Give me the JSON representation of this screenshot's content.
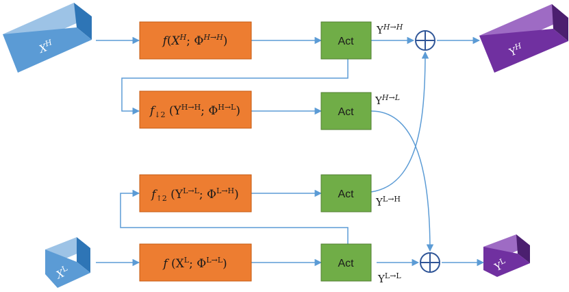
{
  "colors": {
    "orange_box": "#ed7d31",
    "orange_box_border": "#c55a11",
    "green_box": "#70ad47",
    "green_box_border": "#507e32",
    "arrow": "#5b9bd5",
    "blue_cube_front": "#5b9bd5",
    "blue_cube_top": "#9dc3e6",
    "blue_cube_side": "#2e75b6",
    "purple_cube_front": "#7030a0",
    "purple_cube_top": "#9e6bc4",
    "purple_cube_side": "#4b1f6f",
    "sum_node": "#2f5597"
  },
  "inputs": {
    "xh": {
      "base": "X",
      "sup": "H"
    },
    "xl": {
      "base": "X",
      "sup": "L"
    }
  },
  "outputs": {
    "yh": {
      "base": "Y",
      "sup": "H"
    },
    "yl": {
      "base": "Y",
      "sup": "L"
    }
  },
  "functions": {
    "f_hh": {
      "func": "f",
      "sub": "",
      "arg1_base": "X",
      "arg1_sup": "H",
      "arg2_base": "Φ",
      "arg2_sup": "H→H"
    },
    "f_down": {
      "func": "f",
      "sub": "↓2",
      "arg1_base": "Y",
      "arg1_sup": "H→H",
      "arg2_base": "Φ",
      "arg2_sup": "H→L"
    },
    "f_up": {
      "func": "f",
      "sub": "↑2",
      "arg1_base": "Y",
      "arg1_sup": "L→L",
      "arg2_base": "Φ",
      "arg2_sup": "L→H"
    },
    "f_ll": {
      "func": "f",
      "sub": "",
      "arg1_base": "X",
      "arg1_sup": "L",
      "arg2_base": "Φ",
      "arg2_sup": "L→L"
    }
  },
  "activations": {
    "act1": "Act",
    "act2": "Act",
    "act3": "Act",
    "act4": "Act"
  },
  "edge_labels": {
    "y_hh": {
      "base": "Y",
      "sup": "H→H"
    },
    "y_hl": {
      "base": "Y",
      "sup": "H→L"
    },
    "y_lh": {
      "base": "Y",
      "sup": "L→H"
    },
    "y_ll": {
      "base": "Y",
      "sup": "L→L"
    }
  },
  "sum_symbol": "+"
}
